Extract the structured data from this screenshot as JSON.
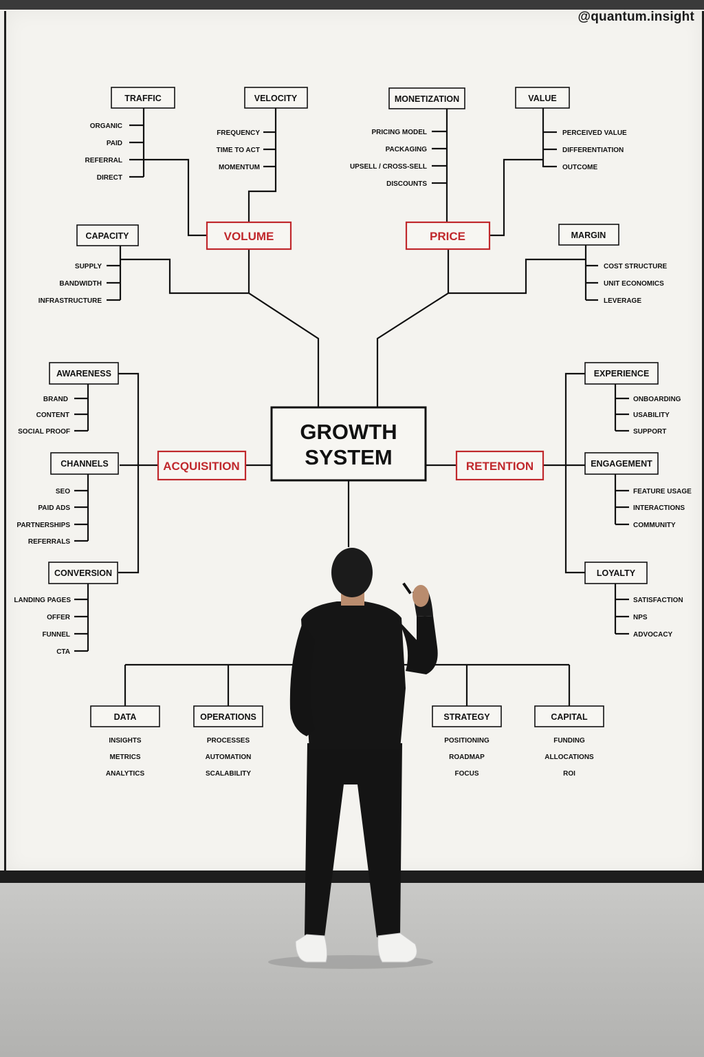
{
  "handle": "@quantum.insight",
  "center": {
    "line1": "GROWTH",
    "line2": "SYSTEM"
  },
  "branches": {
    "volume": "VOLUME",
    "price": "PRICE",
    "acquisition": "ACQUISITION",
    "retention": "RETENTION"
  },
  "traffic": {
    "title": "TRAFFIC",
    "items": [
      "ORGANIC",
      "PAID",
      "REFERRAL",
      "DIRECT"
    ]
  },
  "velocity": {
    "title": "VELOCITY",
    "items": [
      "FREQUENCY",
      "TIME TO ACT",
      "MOMENTUM"
    ]
  },
  "capacity": {
    "title": "CAPACITY",
    "items": [
      "SUPPLY",
      "BANDWIDTH",
      "INFRASTRUCTURE"
    ]
  },
  "monetization": {
    "title": "MONETIZATION",
    "items": [
      "PRICING MODEL",
      "PACKAGING",
      "UPSELL / CROSS-SELL",
      "DISCOUNTS"
    ]
  },
  "value": {
    "title": "VALUE",
    "items": [
      "PERCEIVED VALUE",
      "DIFFERENTIATION",
      "OUTCOME"
    ]
  },
  "margin": {
    "title": "MARGIN",
    "items": [
      "COST STRUCTURE",
      "UNIT ECONOMICS",
      "LEVERAGE"
    ]
  },
  "awareness": {
    "title": "AWARENESS",
    "items": [
      "BRAND",
      "CONTENT",
      "SOCIAL PROOF"
    ]
  },
  "channels": {
    "title": "CHANNELS",
    "items": [
      "SEO",
      "PAID ADS",
      "PARTNERSHIPS",
      "REFERRALS"
    ]
  },
  "conversion": {
    "title": "CONVERSION",
    "items": [
      "LANDING PAGES",
      "OFFER",
      "FUNNEL",
      "CTA"
    ]
  },
  "experience": {
    "title": "EXPERIENCE",
    "items": [
      "ONBOARDING",
      "USABILITY",
      "SUPPORT"
    ]
  },
  "engagement": {
    "title": "ENGAGEMENT",
    "items": [
      "FEATURE USAGE",
      "INTERACTIONS",
      "COMMUNITY"
    ]
  },
  "loyalty": {
    "title": "LOYALTY",
    "items": [
      "SATISFACTION",
      "NPS",
      "ADVOCACY"
    ]
  },
  "data": {
    "title": "DATA",
    "items": [
      "INSIGHTS",
      "METRICS",
      "ANALYTICS"
    ]
  },
  "operations": {
    "title": "OPERATIONS",
    "items": [
      "PROCESSES",
      "AUTOMATION",
      "SCALABILITY"
    ]
  },
  "strategy": {
    "title": "STRATEGY",
    "items": [
      "POSITIONING",
      "ROADMAP",
      "FOCUS"
    ]
  },
  "capital": {
    "title": "CAPITAL",
    "items": [
      "FUNDING",
      "ALLOCATIONS",
      "ROI"
    ]
  },
  "colors": {
    "ink": "#111111",
    "accent": "#c0282c",
    "wall": "#f1f0ec",
    "sweater": "#151515"
  }
}
